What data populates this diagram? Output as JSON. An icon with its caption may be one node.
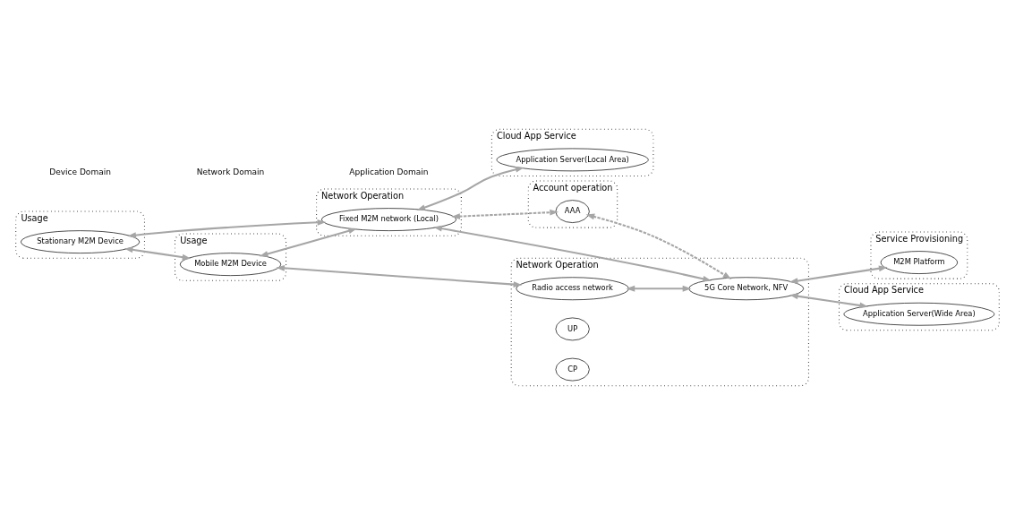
{
  "diagram": {
    "nodes": [
      {
        "text": [
          "Usage"
        ]
      },
      {
        "text": [
          "Stationary M2M Device"
        ],
        "in": 0
      },
      {
        "text": [
          "Network Operation"
        ]
      },
      {
        "text": [
          "Fixed M2M network (Local)"
        ],
        "in": 2
      },
      {
        "text": [
          "Cloud App Service"
        ]
      },
      {
        "text": [
          "Application Server(Local Area)"
        ],
        "in": 4
      },
      {
        "text": [
          "Account operation"
        ]
      },
      {
        "text": [
          "AAA"
        ],
        "in": 6
      },
      {
        "text": [
          "Service Provisioning"
        ]
      },
      {
        "text": [
          "M2M Platform"
        ],
        "in": 8
      },
      {
        "text": [
          "Usage"
        ]
      },
      {
        "text": [
          "Mobile M2M Device"
        ],
        "in": 10
      },
      {
        "text": [
          "Network Operation"
        ]
      },
      {
        "text": [
          "Radio access network"
        ],
        "in": 12
      },
      {
        "text": [
          "5G Core Network, NFV"
        ],
        "in": 12
      },
      {
        "text": [
          "UP"
        ],
        "in": 12
      },
      {
        "text": [
          "CP"
        ],
        "in": 12
      },
      {
        "text": [
          "Cloud App Service"
        ]
      },
      {
        "text": [
          "Application Server(Wide Area)"
        ],
        "in": 17
      }
    ],
    "edges": [
      {
        "from": 1,
        "to": 3,
        "arrow": "both"
      },
      {
        "from": 3,
        "to": 5,
        "arrow": "both"
      },
      {
        "from": 1,
        "to": 11,
        "arrow": "both"
      },
      {
        "from": 11,
        "to": 3,
        "arrow": "both"
      },
      {
        "from": 3,
        "to": 14,
        "arrow": "both"
      },
      {
        "from": 3,
        "to": 7,
        "arrow": "both",
        "style": "dashed"
      },
      {
        "from": 7,
        "to": 14,
        "arrow": "both",
        "style": "dashed"
      },
      {
        "from": 14,
        "to": 9,
        "arrow": "both"
      },
      {
        "from": 11,
        "to": 13,
        "arrow": "both"
      },
      {
        "from": 13,
        "to": 14,
        "arrow": "both"
      },
      {
        "from": 14,
        "to": 18,
        "arrow": "both"
      }
    ],
    "labels": [
      "Device Domain",
      "Network Domain",
      "Application Domain"
    ]
  }
}
